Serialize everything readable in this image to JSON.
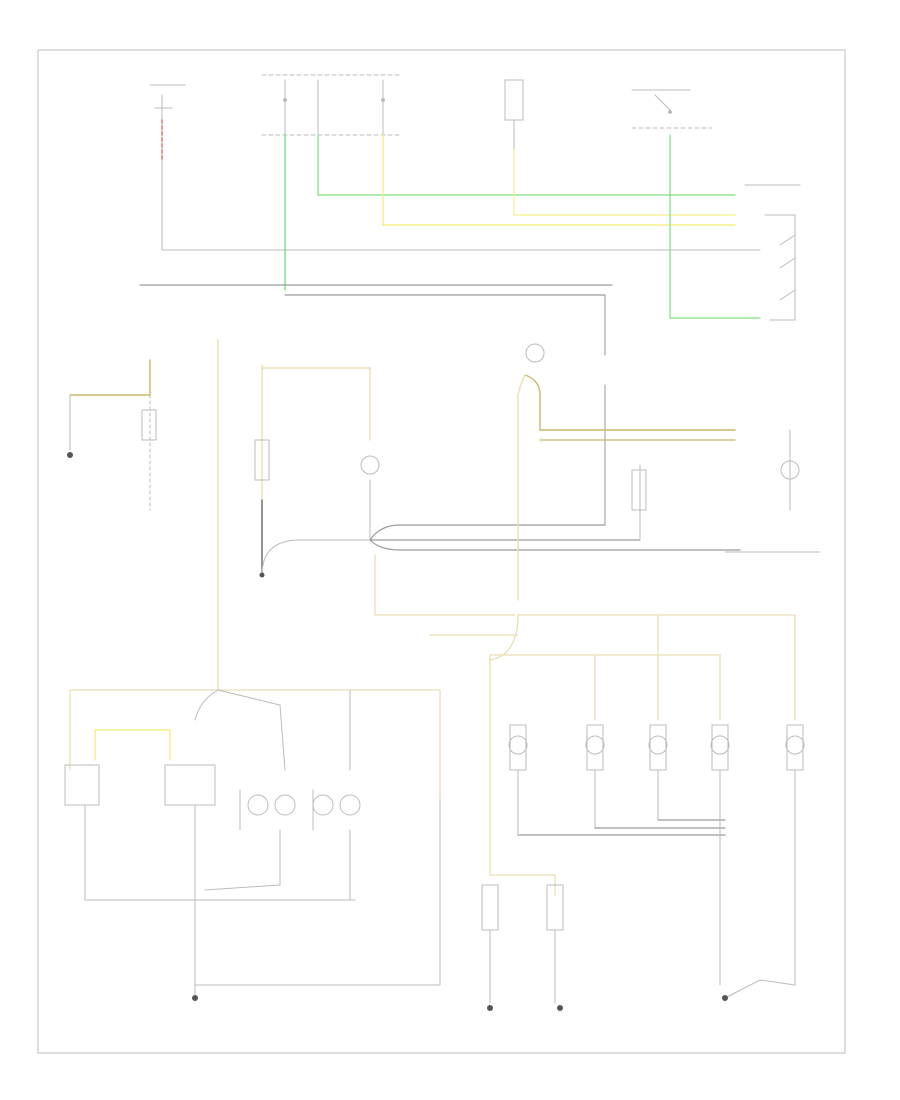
{
  "diagram": {
    "type": "automotive-wiring-schematic",
    "colors": {
      "ground": "#9a9a9a",
      "wire": "#bdbdbd",
      "green": "#7be07b",
      "yellow": "#f4ef8a",
      "tan": "#e9dfb6",
      "olive": "#c8b86a",
      "red": "#e06666",
      "border": "#c8c8c8"
    },
    "nodes": [
      {
        "id": "battery",
        "name": "battery-block-icon"
      },
      {
        "id": "fuse-block",
        "name": "fuse-block-icon"
      },
      {
        "id": "headlight-switch",
        "name": "headlight-switch-icon"
      },
      {
        "id": "lamp-top",
        "name": "lamp-icon"
      },
      {
        "id": "lamp-right",
        "name": "lamp-icon"
      },
      {
        "id": "lamp-left-1",
        "name": "lamp-icon"
      },
      {
        "id": "lamp-left-2",
        "name": "lamp-icon"
      },
      {
        "id": "lamp-mid",
        "name": "lamp-icon"
      },
      {
        "id": "lamp-bottom-1",
        "name": "lamp-icon"
      },
      {
        "id": "lamp-bottom-2",
        "name": "lamp-icon"
      },
      {
        "id": "lamp-bottom-3",
        "name": "lamp-icon"
      },
      {
        "id": "lamp-bottom-4",
        "name": "lamp-icon"
      },
      {
        "id": "lamp-bottom-5",
        "name": "lamp-icon"
      },
      {
        "id": "lamp-bottom-6",
        "name": "lamp-icon"
      },
      {
        "id": "lamp-bottom-7",
        "name": "lamp-icon"
      },
      {
        "id": "ground-1",
        "name": "ground-icon"
      },
      {
        "id": "ground-2",
        "name": "ground-icon"
      },
      {
        "id": "ground-3",
        "name": "ground-icon"
      },
      {
        "id": "ground-4",
        "name": "ground-icon"
      },
      {
        "id": "ground-5",
        "name": "ground-icon"
      }
    ]
  }
}
